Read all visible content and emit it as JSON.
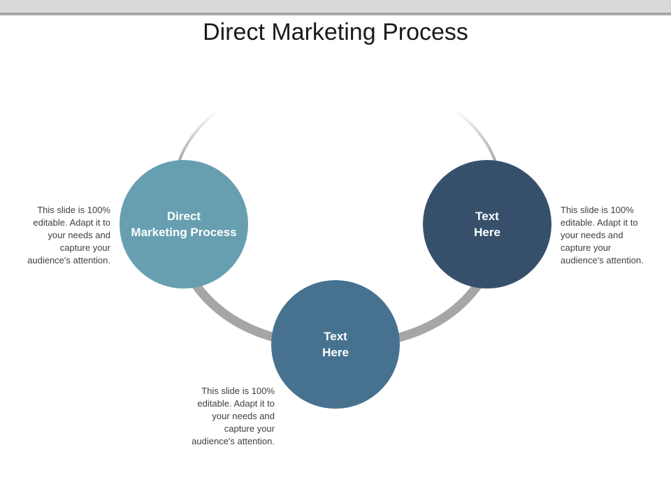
{
  "title": "Direct Marketing Process",
  "colors": {
    "arc": "#a6a6a6",
    "node_left": "#679fb1",
    "node_bottom": "#467290",
    "node_right": "#36506c",
    "text_dark": "#404040",
    "top_bar": "#d9d9d9"
  },
  "nodes": [
    {
      "line1": "Direct",
      "line2": "Marketing Process"
    },
    {
      "line1": "Text",
      "line2": "Here"
    },
    {
      "line1": "Text",
      "line2": "Here"
    }
  ],
  "descriptions": [
    {
      "lines": [
        "This slide is 100%",
        "editable. Adapt it to",
        "your needs and",
        "capture your",
        "audience's attention."
      ]
    },
    {
      "lines": [
        "This slide is 100%",
        "editable. Adapt it to",
        "your needs and",
        "capture your",
        "audience's attention."
      ]
    },
    {
      "lines": [
        "This slide is 100%",
        "editable. Adapt it to",
        "your needs and",
        "capture your",
        "audience's attention."
      ]
    }
  ]
}
